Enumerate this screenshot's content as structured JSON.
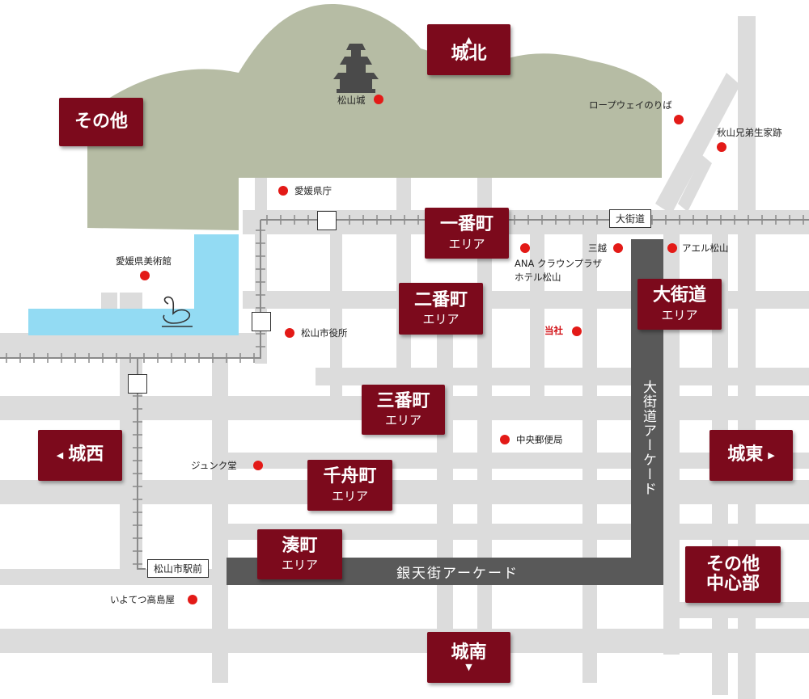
{
  "colors": {
    "park": "#b6bca4",
    "road": "#dcdcdc",
    "arcade": "#595959",
    "water": "#93dbf3",
    "area_box": "#7c0a1c",
    "dot": "#e31a17",
    "office_text": "#d10f14",
    "rail": "#8a8a8a"
  },
  "areas": {
    "johoku": {
      "title": "城北",
      "arrow": "▲"
    },
    "sonota": {
      "title": "その他"
    },
    "ichibancho": {
      "title": "一番町",
      "sub": "エリア"
    },
    "nibancho": {
      "title": "二番町",
      "sub": "エリア"
    },
    "sanbancho": {
      "title": "三番町",
      "sub": "エリア"
    },
    "chifunemachi": {
      "title": "千舟町",
      "sub": "エリア"
    },
    "minatomachi": {
      "title": "湊町",
      "sub": "エリア"
    },
    "okaido": {
      "title": "大街道",
      "sub": "エリア"
    },
    "josei": {
      "title": "城西",
      "arrow": "◀"
    },
    "joto": {
      "title": "城東",
      "arrow": "▶"
    },
    "sonota_center": {
      "title": "その他",
      "title2": "中心部"
    },
    "jonan": {
      "title": "城南",
      "arrow": "▼"
    }
  },
  "landmarks": {
    "matsuyama_castle": "松山城",
    "ropeway": "ロープウェイのりば",
    "akiyama": "秋山兄弟生家跡",
    "ehime_pref": "愛媛県庁",
    "ehime_museum": "愛媛県美術館",
    "city_hall": "松山市役所",
    "ana_hotel_1": "ANA クラウンプラザ",
    "ana_hotel_2": "ホテル松山",
    "mitsukoshi": "三越",
    "aeru": "アエル松山",
    "office": "当社",
    "post_office": "中央郵便局",
    "junkudo": "ジュンク堂",
    "iyotetsu": "いよてつ高島屋"
  },
  "stations": {
    "okaido": "大街道",
    "matsuyamashi": "松山市駅前"
  },
  "arcades": {
    "ginten": "銀天街アーケード",
    "okaido": "大街道アーケード"
  },
  "icons": {
    "castle": "castle-icon",
    "swan": "swan-boat-icon"
  }
}
